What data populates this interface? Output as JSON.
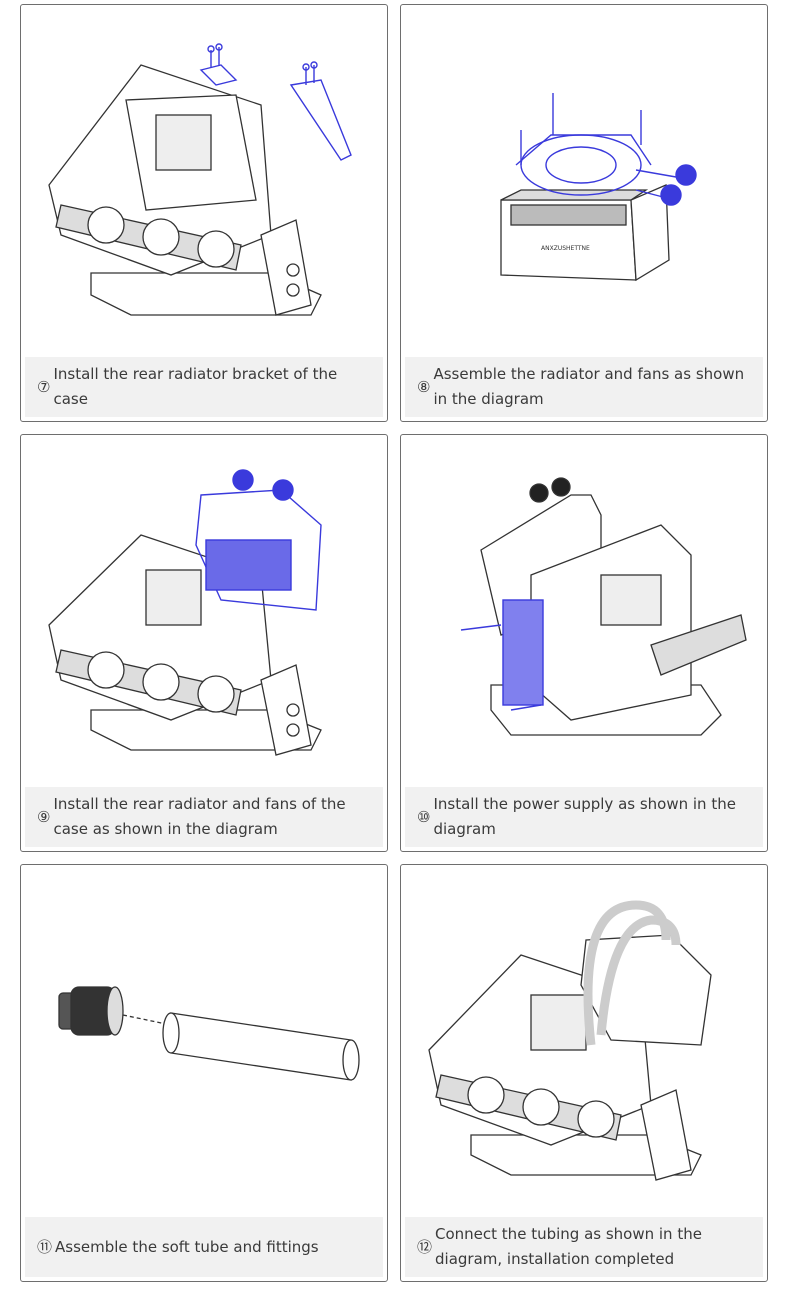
{
  "steps": [
    {
      "number": "⑦",
      "text": "Install the rear radiator bracket of the case"
    },
    {
      "number": "⑧",
      "text": "Assemble the radiator and fans as shown in the diagram"
    },
    {
      "number": "⑨",
      "text": "Install the rear radiator and fans of the case as shown in the diagram"
    },
    {
      "number": "⑩",
      "text": "Install the power supply as shown in the diagram"
    },
    {
      "number": "⑪",
      "text": "Assemble the soft tube and fittings"
    },
    {
      "number": "⑫",
      "text": "Connect the tubing as shown in the diagram, installation completed"
    }
  ],
  "radiator_label": "ANXZUSHETTNE",
  "colors": {
    "highlight": "#3a3adc",
    "line": "#333333",
    "border": "#6e6e6e",
    "caption_bg": "#f1f1f1"
  }
}
